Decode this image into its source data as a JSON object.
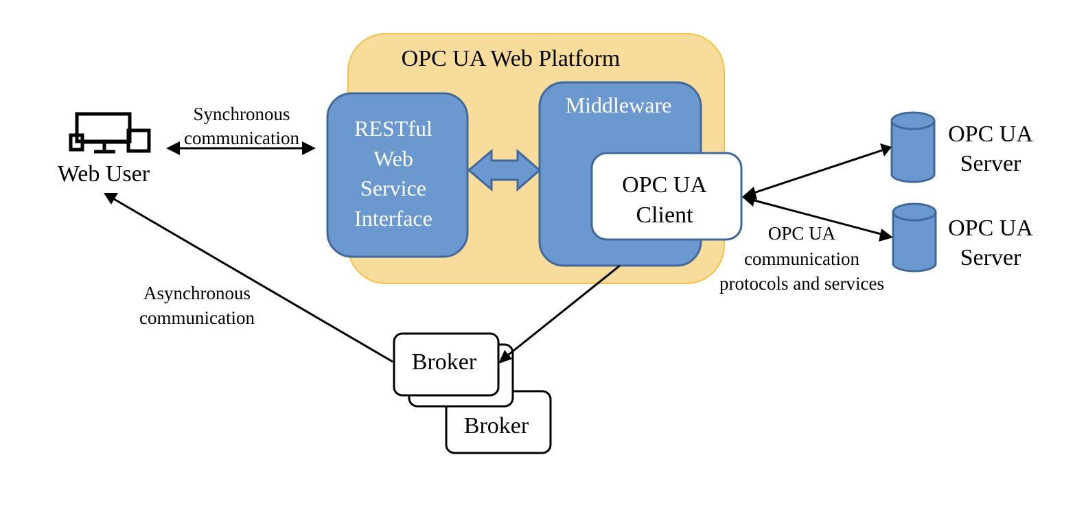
{
  "diagram": {
    "platform": {
      "title": "OPC UA Web Platform",
      "fill": "#f8dc9b",
      "stroke": "#f4c24a"
    },
    "restful": {
      "lines": [
        "RESTful",
        "Web",
        "Service",
        "Interface"
      ]
    },
    "middleware": {
      "title": "Middleware"
    },
    "opc_client": {
      "lines": [
        "OPC UA",
        "Client"
      ]
    },
    "web_user": {
      "label": "Web User"
    },
    "servers": [
      {
        "lines": [
          "OPC UA",
          "Server"
        ]
      },
      {
        "lines": [
          "OPC UA",
          "Server"
        ]
      }
    ],
    "brokers": [
      {
        "label": "Broker"
      },
      {
        "label": "Broker"
      }
    ],
    "edges": {
      "sync": {
        "lines": [
          "Synchronous",
          "communication"
        ]
      },
      "async": {
        "lines": [
          "Asynchronous",
          "communication"
        ]
      },
      "opc_protocols": {
        "lines": [
          "OPC UA",
          "communication",
          "protocols and services"
        ]
      }
    },
    "colors": {
      "blue_fill": "#6a98cf",
      "blue_stroke": "#41689a",
      "orange_fill": "#f8dc9b",
      "orange_stroke": "#f4c24a"
    }
  }
}
